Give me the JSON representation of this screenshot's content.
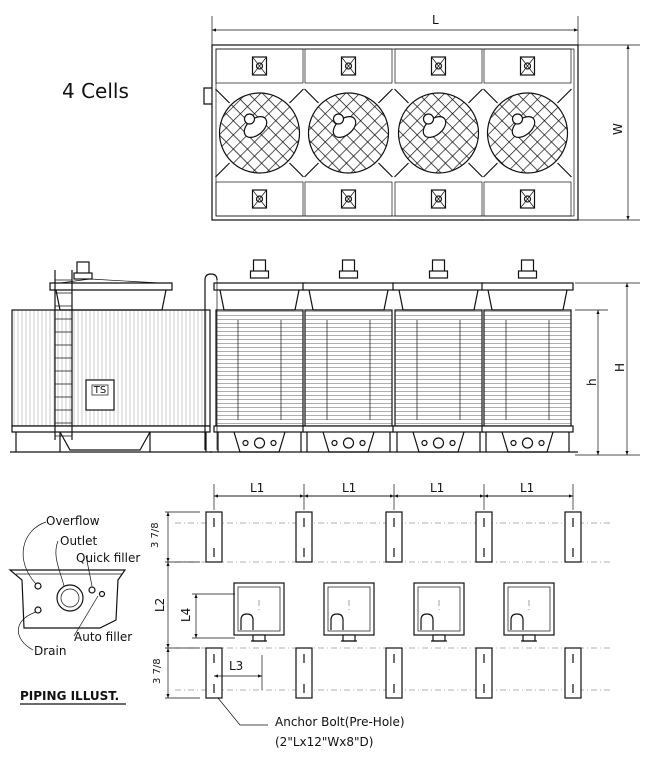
{
  "title": "4 Cells",
  "dimensions": {
    "L": "L",
    "W": "W",
    "H": "H",
    "h": "h",
    "L1": "L1",
    "L2": "L2",
    "L3": "L3",
    "L4": "L4",
    "offset": "3 7/8"
  },
  "piping": {
    "overflow": "Overflow",
    "outlet": "Outlet",
    "quick_filler": "Quick filler",
    "auto_filler": "Auto filler",
    "drain": "Drain",
    "caption": "PIPING ILLUST."
  },
  "anchor": {
    "line1": "Anchor Bolt(Pre-Hole)",
    "line2": "(2\"Lx12\"Wx8\"D)"
  },
  "side_view_badge": "TS"
}
